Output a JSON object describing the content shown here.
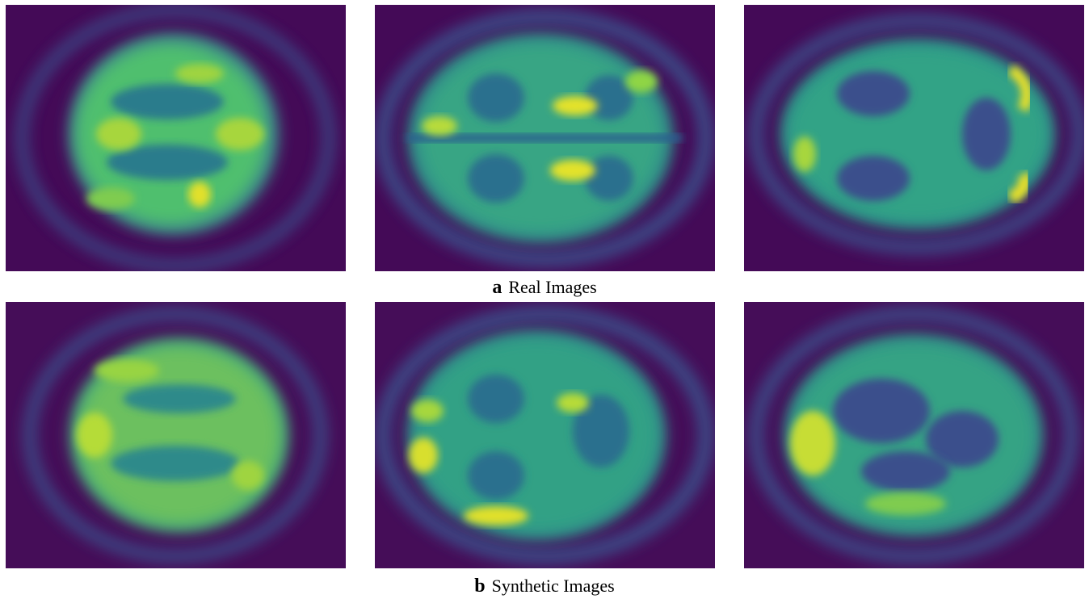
{
  "panels": [
    {
      "id": "real-1",
      "row": "a"
    },
    {
      "id": "real-2",
      "row": "a"
    },
    {
      "id": "real-3",
      "row": "a"
    },
    {
      "id": "synthetic-1",
      "row": "b"
    },
    {
      "id": "synthetic-2",
      "row": "b"
    },
    {
      "id": "synthetic-3",
      "row": "b"
    }
  ],
  "captions": {
    "a": {
      "letter": "a",
      "text": "Real Images"
    },
    "b": {
      "letter": "b",
      "text": "Synthetic Images"
    }
  },
  "colors": {
    "background": "#440a57",
    "skull": "#3a4f8a",
    "tissue_mid": "#26a085",
    "tissue_high": "#8fd544",
    "tissue_peak": "#d9e02e",
    "white_matter": "#2a6f8e"
  }
}
